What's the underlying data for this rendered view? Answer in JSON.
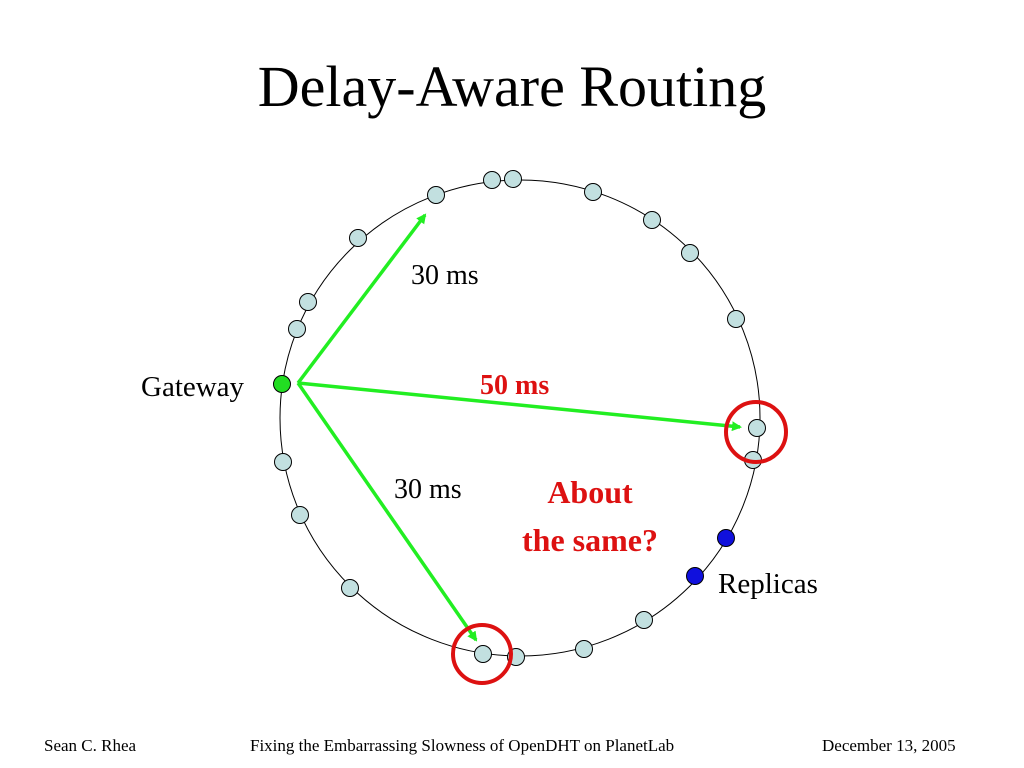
{
  "slide": {
    "title": "Delay-Aware Routing"
  },
  "diagram": {
    "labels": {
      "gateway": "Gateway",
      "top_path": "30 ms",
      "middle_path": "50 ms",
      "bottom_path": "30 ms",
      "question_line1": "About",
      "question_line2": "the same?",
      "replicas": "Replicas"
    },
    "colors": {
      "arrow": "#22ee22",
      "highlight": "#dd1111",
      "node_fill": "#c2e0e0",
      "gateway_fill": "#22dd22",
      "replica_fill": "#1010dd"
    }
  },
  "footer": {
    "author": "Sean C. Rhea",
    "talk_title": "Fixing the Embarrassing Slowness of OpenDHT on PlanetLab",
    "date": "December 13, 2005"
  }
}
